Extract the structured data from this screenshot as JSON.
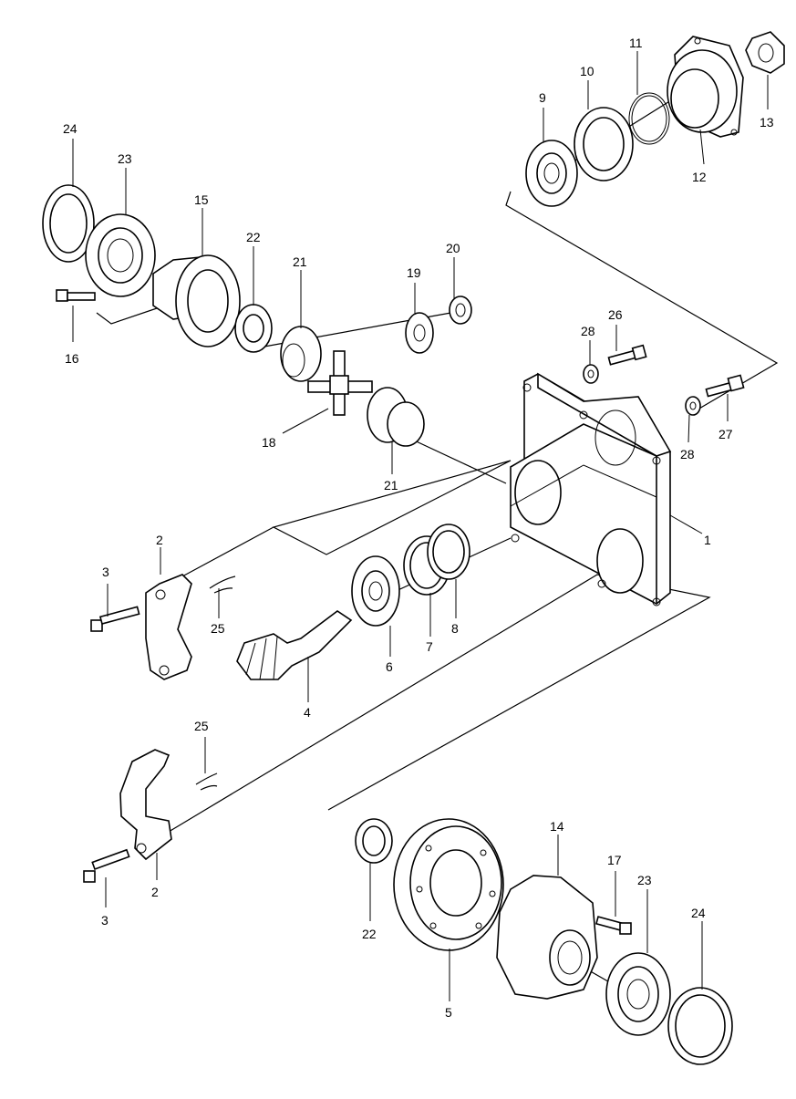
{
  "diagram": {
    "callouts": [
      {
        "id": "c1",
        "text": "1"
      },
      {
        "id": "c2a",
        "text": "2"
      },
      {
        "id": "c2b",
        "text": "2"
      },
      {
        "id": "c3a",
        "text": "3"
      },
      {
        "id": "c3b",
        "text": "3"
      },
      {
        "id": "c4",
        "text": "4"
      },
      {
        "id": "c5",
        "text": "5"
      },
      {
        "id": "c6",
        "text": "6"
      },
      {
        "id": "c7",
        "text": "7"
      },
      {
        "id": "c8",
        "text": "8"
      },
      {
        "id": "c9",
        "text": "9"
      },
      {
        "id": "c10",
        "text": "10"
      },
      {
        "id": "c11",
        "text": "11"
      },
      {
        "id": "c12",
        "text": "12"
      },
      {
        "id": "c13",
        "text": "13"
      },
      {
        "id": "c14",
        "text": "14"
      },
      {
        "id": "c15",
        "text": "15"
      },
      {
        "id": "c16",
        "text": "16"
      },
      {
        "id": "c17",
        "text": "17"
      },
      {
        "id": "c18",
        "text": "18"
      },
      {
        "id": "c19",
        "text": "19"
      },
      {
        "id": "c20",
        "text": "20"
      },
      {
        "id": "c21a",
        "text": "21"
      },
      {
        "id": "c21b",
        "text": "21"
      },
      {
        "id": "c22a",
        "text": "22"
      },
      {
        "id": "c22b",
        "text": "22"
      },
      {
        "id": "c23a",
        "text": "23"
      },
      {
        "id": "c23b",
        "text": "23"
      },
      {
        "id": "c24a",
        "text": "24"
      },
      {
        "id": "c24b",
        "text": "24"
      },
      {
        "id": "c25a",
        "text": "25"
      },
      {
        "id": "c25b",
        "text": "25"
      },
      {
        "id": "c26",
        "text": "26"
      },
      {
        "id": "c27",
        "text": "27"
      },
      {
        "id": "c28a",
        "text": "28"
      },
      {
        "id": "c28b",
        "text": "28"
      }
    ]
  }
}
